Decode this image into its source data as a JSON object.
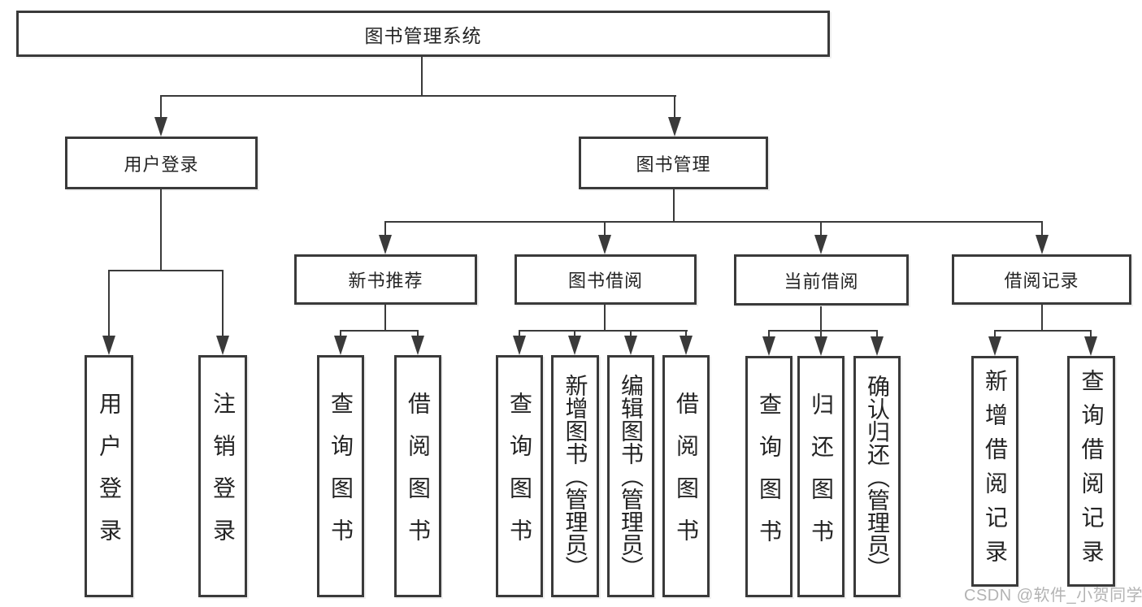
{
  "diagram": {
    "type": "hierarchy-tree",
    "root": {
      "label": "图书管理系统"
    },
    "level2": {
      "user_login": {
        "label": "用户登录"
      },
      "book_management": {
        "label": "图书管理"
      }
    },
    "level3": {
      "new_book_recommend": {
        "label": "新书推荐",
        "parent": "图书管理"
      },
      "book_borrowing": {
        "label": "图书借阅",
        "parent": "图书管理"
      },
      "current_borrowing": {
        "label": "当前借阅",
        "parent": "图书管理"
      },
      "borrowing_records": {
        "label": "借阅记录",
        "parent": "图书管理"
      }
    },
    "leaves": {
      "user_login": "用户登录",
      "logout": "注销登录",
      "rec_query_books": "查询图书",
      "rec_borrow_books": "借阅图书",
      "borrow_query_books": "查询图书",
      "borrow_add_books_admin": "新增图书（管理员）",
      "borrow_edit_books_admin": "编辑图书（管理员）",
      "borrow_borrow_books": "借阅图书",
      "current_query_books": "查询图书",
      "current_return_books": "归还图书",
      "current_confirm_return_admin": "确认归还（管理员）",
      "records_add_record": "新增借阅记录",
      "records_query_record": "查询借阅记录"
    }
  },
  "watermark": {
    "text": "CSDN @软件_小贺同学"
  },
  "colors": {
    "line": "#3a3a3a",
    "text": "#242424",
    "watermark": "#b3b3b3",
    "background": "#ffffff"
  }
}
